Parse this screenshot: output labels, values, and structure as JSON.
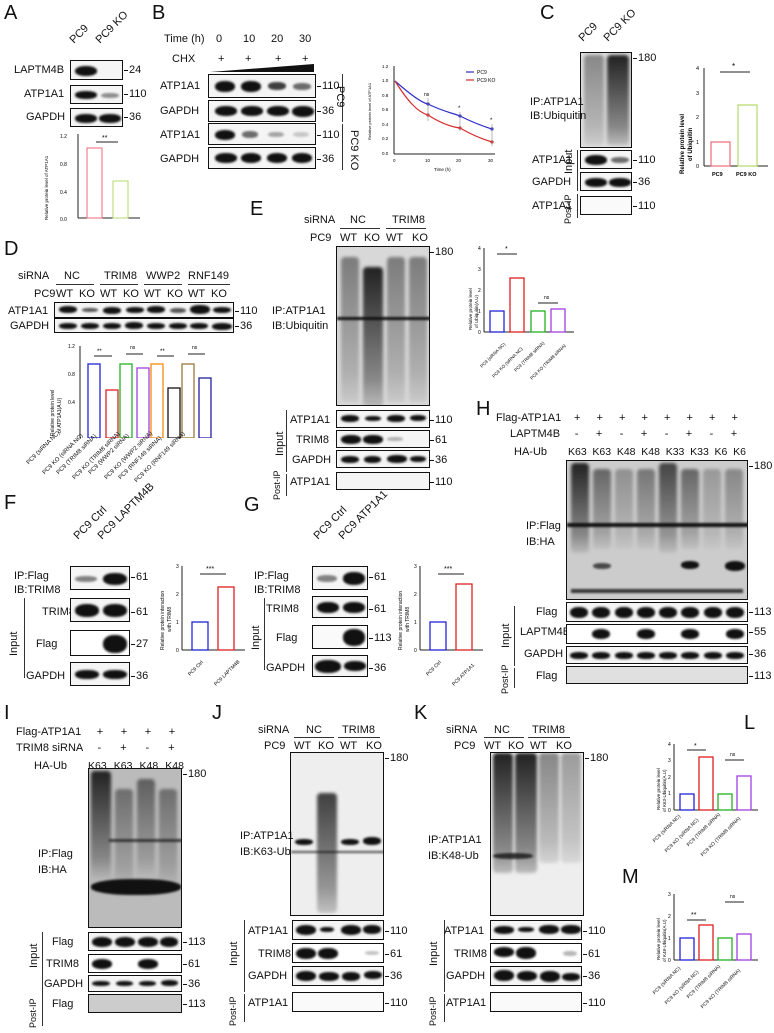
{
  "panels": {
    "A": {
      "letter": "A",
      "lanes": [
        "PC9",
        "PC9 KO"
      ],
      "rows": [
        {
          "label": "LAPTM4B",
          "mw": "24"
        },
        {
          "label": "ATP1A1",
          "mw": "110"
        },
        {
          "label": "GAPDH",
          "mw": "36"
        }
      ],
      "sig": "**"
    },
    "B": {
      "letter": "B",
      "time_label": "Time (h)",
      "times": [
        "0",
        "10",
        "20",
        "30"
      ],
      "chx_label": "CHX",
      "chx": [
        "+",
        "+",
        "+",
        "+"
      ],
      "rows": [
        {
          "label": "ATP1A1",
          "mw": "110"
        },
        {
          "label": "GAPDH",
          "mw": "36"
        },
        {
          "label": "ATP1A1",
          "mw": "110"
        },
        {
          "label": "GAPDH",
          "mw": "36"
        }
      ],
      "groups": [
        "PC9",
        "PC9 KO"
      ],
      "ns": "ns",
      "star": "*"
    },
    "C": {
      "letter": "C",
      "lanes": [
        "PC9",
        "PC9 KO"
      ],
      "ip_label": "IP:ATP1A1",
      "ib_label": "IB:Ubiquitin",
      "mw_top": "180",
      "input_label": "Input",
      "postip_label": "Post-IP",
      "rows": [
        {
          "label": "ATP1A1",
          "mw": "110"
        },
        {
          "label": "GAPDH",
          "mw": "36"
        },
        {
          "label": "ATP1A1",
          "mw": "110"
        }
      ],
      "sig": "*"
    },
    "D": {
      "letter": "D",
      "sirna_label": "siRNA",
      "sirna_groups": [
        "NC",
        "TRIM8",
        "WWP2",
        "RNF149"
      ],
      "pc9_label": "PC9",
      "lanes": [
        "WT",
        "KO",
        "WT",
        "KO",
        "WT",
        "KO",
        "WT",
        "KO"
      ],
      "rows": [
        {
          "label": "ATP1A1",
          "mw": "110"
        },
        {
          "label": "GAPDH",
          "mw": "36"
        }
      ],
      "sigs": [
        "**",
        "ns",
        "**",
        "ns"
      ]
    },
    "E": {
      "letter": "E",
      "sirna_label": "siRNA",
      "sirna_groups": [
        "NC",
        "TRIM8"
      ],
      "pc9_label": "PC9",
      "lanes": [
        "WT",
        "KO",
        "WT",
        "KO"
      ],
      "ip_label": "IP:ATP1A1",
      "ib_label": "IB:Ubiquitin",
      "mw_top": "180",
      "input_label": "Input",
      "postip_label": "Post-IP",
      "rows": [
        {
          "label": "ATP1A1",
          "mw": "110"
        },
        {
          "label": "TRIM8",
          "mw": "61"
        },
        {
          "label": "GAPDH",
          "mw": "36"
        },
        {
          "label": "ATP1A1",
          "mw": "110"
        }
      ],
      "sigs": [
        "*",
        "ns"
      ]
    },
    "F": {
      "letter": "F",
      "lanes": [
        "PC9 Ctrl",
        "PC9 LAPTM4B"
      ],
      "ip_label": "IP:Flag",
      "ib_label": "IB:TRIM8",
      "ip_mw": "61",
      "input_label": "Input",
      "rows": [
        {
          "label": "TRIM8",
          "mw": "61"
        },
        {
          "label": "Flag",
          "mw": "27"
        },
        {
          "label": "GAPDH",
          "mw": "36"
        }
      ],
      "sig": "***"
    },
    "G": {
      "letter": "G",
      "lanes": [
        "PC9 Ctrl",
        "PC9 ATP1A1"
      ],
      "ip_label": "IP:Flag",
      "ib_label": "IB:TRIM8",
      "ip_mw": "61",
      "input_label": "Input",
      "rows": [
        {
          "label": "TRIM8",
          "mw": "61"
        },
        {
          "label": "Flag",
          "mw": "113"
        },
        {
          "label": "GAPDH",
          "mw": "36"
        }
      ],
      "sig": "***"
    },
    "H": {
      "letter": "H",
      "flag_label": "Flag-ATP1A1",
      "flag": [
        "+",
        "+",
        "+",
        "+",
        "+",
        "+",
        "+",
        "+"
      ],
      "laptm_label": "LAPTM4B",
      "laptm": [
        "-",
        "+",
        "-",
        "+",
        "-",
        "+",
        "-",
        "+"
      ],
      "ha_label": "HA-Ub",
      "ha": [
        "K63",
        "K63",
        "K48",
        "K48",
        "K33",
        "K33",
        "K6",
        "K6"
      ],
      "ip_label": "IP:Flag",
      "ib_label": "IB:HA",
      "mw_top": "180",
      "input_label": "Input",
      "postip_label": "Post-IP",
      "rows": [
        {
          "label": "Flag",
          "mw": "113"
        },
        {
          "label": "LAPTM4B",
          "mw": "55"
        },
        {
          "label": "GAPDH",
          "mw": "36"
        },
        {
          "label": "Flag",
          "mw": "113"
        }
      ]
    },
    "I": {
      "letter": "I",
      "flag_label": "Flag-ATP1A1",
      "flag": [
        "+",
        "+",
        "+",
        "+"
      ],
      "trim_label": "TRIM8 siRNA",
      "trim": [
        "-",
        "+",
        "-",
        "+"
      ],
      "ha_label": "HA-Ub",
      "ha": [
        "K63",
        "K63",
        "K48",
        "K48"
      ],
      "ip_label": "IP:Flag",
      "ib_label": "IB:HA",
      "mw_top": "180",
      "input_label": "Input",
      "postip_label": "Post-IP",
      "rows": [
        {
          "label": "Flag",
          "mw": "113"
        },
        {
          "label": "TRIM8",
          "mw": "61"
        },
        {
          "label": "GAPDH",
          "mw": "36"
        },
        {
          "label": "Flag",
          "mw": "113"
        }
      ]
    },
    "J": {
      "letter": "J",
      "sirna_label": "siRNA",
      "sirna_groups": [
        "NC",
        "TRIM8"
      ],
      "pc9_label": "PC9",
      "lanes": [
        "WT",
        "KO",
        "WT",
        "KO"
      ],
      "ip_label": "IP:ATP1A1",
      "ib_label": "IB:K63-Ub",
      "mw_top": "180",
      "input_label": "Input",
      "postip_label": "Post-IP",
      "rows": [
        {
          "label": "ATP1A1",
          "mw": "110"
        },
        {
          "label": "TRIM8",
          "mw": "61"
        },
        {
          "label": "GAPDH",
          "mw": "36"
        },
        {
          "label": "ATP1A1",
          "mw": "110"
        }
      ]
    },
    "K": {
      "letter": "K",
      "sirna_label": "siRNA",
      "sirna_groups": [
        "NC",
        "TRIM8"
      ],
      "pc9_label": "PC9",
      "lanes": [
        "WT",
        "KO",
        "WT",
        "KO"
      ],
      "ip_label": "IP:ATP1A1",
      "ib_label": "IB:K48-Ub",
      "mw_top": "180",
      "input_label": "Input",
      "postip_label": "Post-IP",
      "rows": [
        {
          "label": "ATP1A1",
          "mw": "110"
        },
        {
          "label": "TRIM8",
          "mw": "61"
        },
        {
          "label": "GAPDH",
          "mw": "36"
        },
        {
          "label": "ATP1A1",
          "mw": "110"
        }
      ]
    },
    "L": {
      "letter": "L",
      "sigs": [
        "*",
        "ns"
      ]
    },
    "M": {
      "letter": "M",
      "sigs": [
        "**",
        "ns"
      ]
    }
  },
  "chart_data": [
    {
      "id": "A",
      "type": "bar",
      "categories": [
        "PC9",
        "PC9 KO"
      ],
      "values": [
        1.0,
        0.53
      ],
      "colors": [
        "#f06a78",
        "#b6d86a"
      ],
      "ylabel": "Relative protein level of ATP1A1",
      "ylim": [
        0,
        1.2
      ],
      "yticks": [
        "0.0",
        "0.4",
        "0.8",
        "1.2"
      ],
      "annotation": "**"
    },
    {
      "id": "B",
      "type": "line",
      "x": [
        0,
        10,
        20,
        30
      ],
      "series": [
        {
          "name": "PC9",
          "values": [
            1.0,
            0.68,
            0.51,
            0.33
          ],
          "color": "#2f2fc8"
        },
        {
          "name": "PC9 KO",
          "values": [
            1.0,
            0.53,
            0.35,
            0.17
          ],
          "color": "#d62c2c"
        }
      ],
      "xlabel": "Time (h)",
      "ylabel": "Relative protein level of ATP1A1",
      "ylim": [
        0,
        1.2
      ],
      "yticks": [
        "0.0",
        "0.2",
        "0.4",
        "0.6",
        "0.8",
        "1.0",
        "1.2"
      ],
      "xticks": [
        "0",
        "10",
        "20",
        "30"
      ],
      "annotations": [
        "ns",
        "*",
        "*"
      ],
      "legend_position": "top-right"
    },
    {
      "id": "C",
      "type": "bar",
      "categories": [
        "PC9",
        "PC9 KO"
      ],
      "values": [
        1.0,
        2.5
      ],
      "colors": [
        "#f06a78",
        "#b6d86a"
      ],
      "ylabel": "Relative protein level of Ubiquitin",
      "ylim": [
        0,
        4
      ],
      "yticks": [
        "0",
        "1",
        "2",
        "3",
        "4"
      ],
      "annotation": "*"
    },
    {
      "id": "D",
      "type": "bar",
      "categories": [
        "PC9 (siRNA NC)",
        "PC9 KO (siRNA NC)",
        "PC9 (TRIM8 siRNA)",
        "PC9 KO (TRIM8 siRNA)",
        "PC9 (WWP2 siRNA)",
        "PC9 KO (WWP2 siRNA)",
        "PC9 (RNF149 siRNA)",
        "PC9 KO (RNF149 siRNA)"
      ],
      "values": [
        1.0,
        0.63,
        1.0,
        0.94,
        1.0,
        0.69,
        1.0,
        0.85
      ],
      "colors": [
        "#2323d8",
        "#e02020",
        "#22b022",
        "#a040e0",
        "#f08c10",
        "#111111",
        "#9a7a3a",
        "#2020a0"
      ],
      "ylabel": "Relative protein level of ATP1A1(A.U)",
      "ylim": [
        0,
        1.2
      ],
      "yticks": [
        "0.0",
        "0.4",
        "0.8",
        "1.2"
      ],
      "annotations": [
        "**",
        "ns",
        "**",
        "ns"
      ]
    },
    {
      "id": "E",
      "type": "bar",
      "categories": [
        "PC9 (siRNA NC)",
        "PC9 KO (siRNA NC)",
        "PC9 (TRIM8 siRNA)",
        "PC9 KO (TRIM8 siRNA)"
      ],
      "values": [
        1.0,
        2.55,
        1.0,
        1.08
      ],
      "colors": [
        "#2323d8",
        "#e02020",
        "#22b022",
        "#a040e0"
      ],
      "ylabel": "Relative protein level of Ubiquitin(A.U)",
      "ylim": [
        0,
        4
      ],
      "yticks": [
        "0",
        "1",
        "2",
        "3",
        "4"
      ],
      "annotations": [
        "*",
        "ns"
      ]
    },
    {
      "id": "F",
      "type": "bar",
      "categories": [
        "PC9 Ctrl",
        "PC9 LAPTM4B"
      ],
      "values": [
        1.0,
        2.25
      ],
      "colors": [
        "#2323d8",
        "#e02020"
      ],
      "ylabel": "Relative protein interaction with TRIM8",
      "ylim": [
        0,
        3
      ],
      "yticks": [
        "0",
        "1",
        "2",
        "3"
      ],
      "annotation": "***"
    },
    {
      "id": "G",
      "type": "bar",
      "categories": [
        "PC9 Ctrl",
        "PC9 ATP1A1"
      ],
      "values": [
        1.0,
        2.35
      ],
      "colors": [
        "#2323d8",
        "#e02020"
      ],
      "ylabel": "Relative protein interaction with TRIM8",
      "ylim": [
        0,
        3
      ],
      "yticks": [
        "0",
        "1",
        "2",
        "3"
      ],
      "annotation": "***"
    },
    {
      "id": "L",
      "type": "bar",
      "categories": [
        "PC9 (siRNA NC)",
        "PC9 KO (siRNA NC)",
        "PC9 (TRIM8 siRNA)",
        "PC9 KO (TRIM8 siRNA)"
      ],
      "values": [
        1.0,
        3.2,
        1.0,
        2.05
      ],
      "colors": [
        "#2323d8",
        "#e02020",
        "#22b022",
        "#a040e0"
      ],
      "ylabel": "Relative protein level of K63-Ubiquitin(A.U)",
      "ylim": [
        0,
        4
      ],
      "yticks": [
        "0",
        "1",
        "2",
        "3",
        "4"
      ],
      "annotations": [
        "*",
        "ns"
      ]
    },
    {
      "id": "M",
      "type": "bar",
      "categories": [
        "PC9 (siRNA NC)",
        "PC9 KO (siRNA NC)",
        "PC9 (TRIM8 siRNA)",
        "PC9 KO (TRIM8 siRNA)"
      ],
      "values": [
        1.0,
        1.58,
        1.0,
        1.2
      ],
      "colors": [
        "#2323d8",
        "#e02020",
        "#22b022",
        "#a040e0"
      ],
      "ylabel": "Relative protein level of K48-Ubiquitin(A.U)",
      "ylim": [
        0,
        3
      ],
      "yticks": [
        "0",
        "1",
        "2",
        "3"
      ],
      "annotations": [
        "**",
        "ns"
      ]
    }
  ]
}
